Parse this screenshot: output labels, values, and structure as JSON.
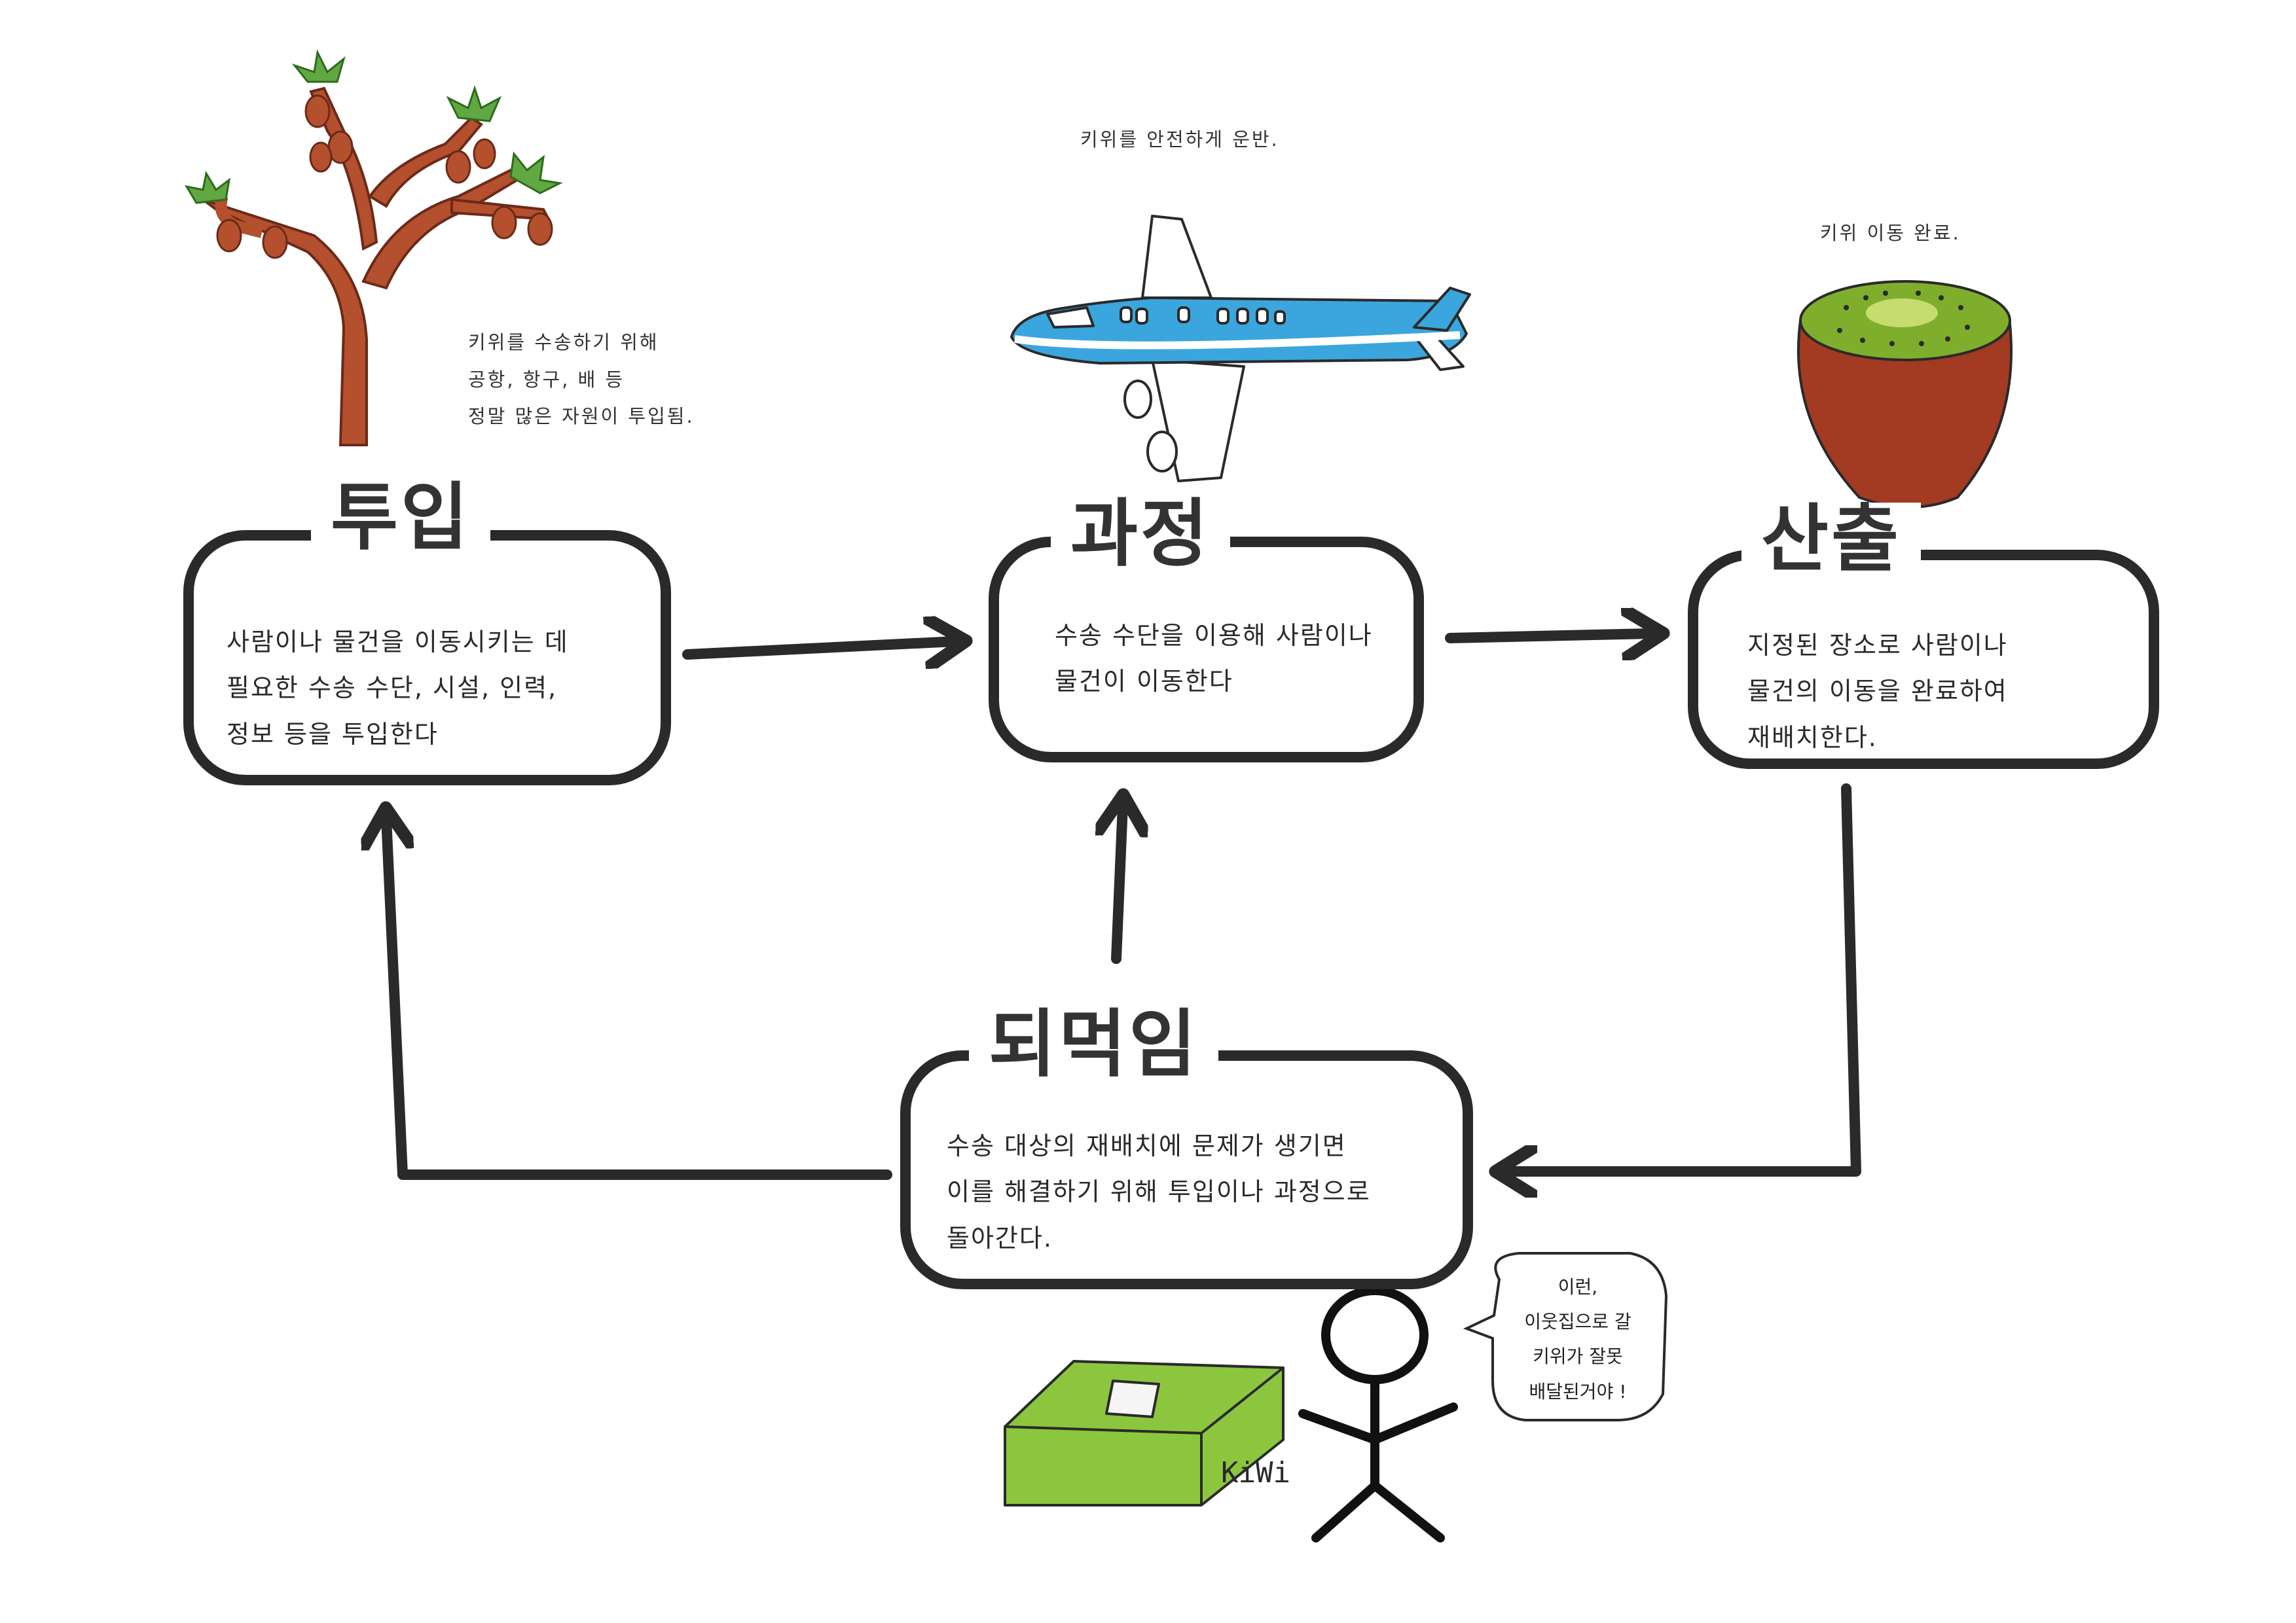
{
  "boxes": {
    "input": {
      "title": "투입",
      "body": "사람이나  물건을  이동시키는  데\n   필요한  수송  수단,  시설,  인력,\n   정보  등을  투입한다"
    },
    "process": {
      "title": "과정",
      "body": "수송  수단을  이용해  사람이나\n물건이  이동한다"
    },
    "output": {
      "title": "산출",
      "body": "지정된  장소로  사람이나\n물건의  이동을  완료하여\n 재배치한다."
    },
    "feedback": {
      "title": "되먹임",
      "body": "수송  대상의  재배치에  문제가  생기면\n이를  해결하기  위해  투입이나  과정으로\n       돌아간다."
    }
  },
  "notes": {
    "tree": "키위를  수송하기 위해\n공항,  항구,  배  등\n  정말  많은  자원이  투입됨.",
    "plane": "키위를  안전하게  운반.",
    "kiwi": "키위  이동  완료."
  },
  "speech_bubble": "이런,\n이웃집으로 갈\n키위가 잘못\n배달된거야 !",
  "box_label": "KiWi",
  "colors": {
    "ink": "#2a2a2a",
    "tree_trunk": "#b4502e",
    "leaf": "#5fa842",
    "plane_body": "#3aa6dd",
    "kiwi_skin": "#a33a22",
    "kiwi_flesh": "#7fae2c",
    "box_green": "#8cc63f"
  }
}
